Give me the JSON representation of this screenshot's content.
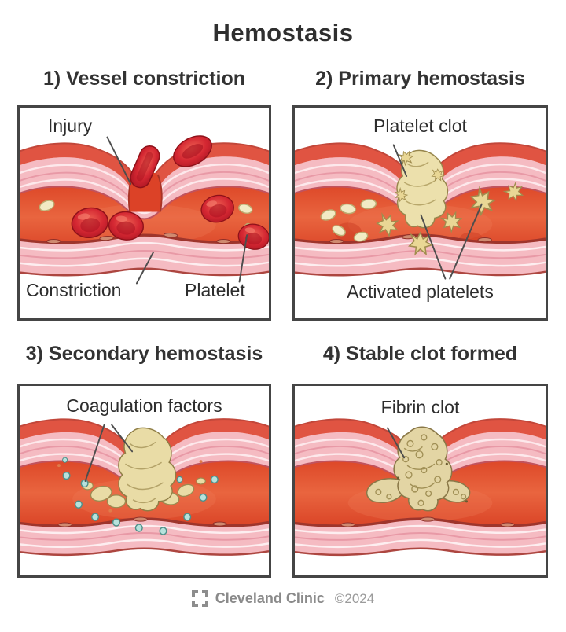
{
  "title": "Hemostasis",
  "panels": [
    {
      "heading": "1) Vessel constriction",
      "labels": {
        "injury": "Injury",
        "constriction": "Constriction",
        "platelet": "Platelet"
      }
    },
    {
      "heading": "2) Primary hemostasis",
      "labels": {
        "platelet_clot": "Platelet clot",
        "activated_platelets": "Activated platelets"
      }
    },
    {
      "heading": "3) Secondary hemostasis",
      "labels": {
        "coagulation_factors": "Coagulation factors"
      }
    },
    {
      "heading": "4) Stable clot formed",
      "labels": {
        "fibrin_clot": "Fibrin clot"
      }
    }
  ],
  "footer": {
    "brand": "Cleveland Clinic",
    "copyright": "©2024",
    "logo_icon": "cleveland-clinic-logo"
  },
  "colors": {
    "heading_text": "#2f2f2f",
    "panel_border": "#454545",
    "vessel_outer_red": "#e05442",
    "vessel_media_pink": "#f5bbc2",
    "lumen_red": "#e04a2b",
    "rbc_red": "#d42732",
    "platelet_cream": "#f2ebc5",
    "clot_tan": "#e9dca6",
    "coagulation_factor_teal": "#b7e2dc",
    "pointer_line": "#4d4d4d",
    "footer_gray": "#8d8d8d"
  }
}
